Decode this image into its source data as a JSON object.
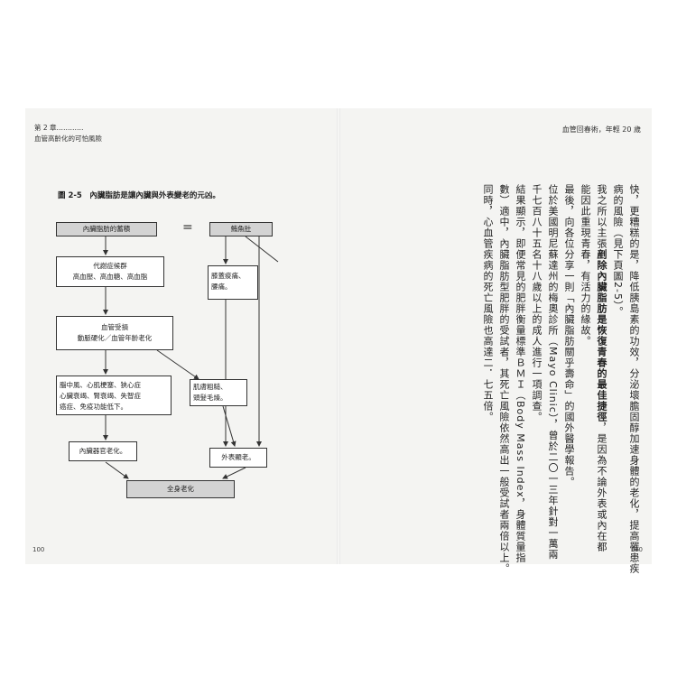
{
  "left_page": {
    "chapter_label": "第 2 章…………",
    "chapter_subtitle": "血管高齡化的可怕風險",
    "page_number": "100",
    "figure": {
      "caption": "圖 2-5　內臟脂肪是讓內臟與外表變老的元凶。",
      "eq_sign": "=",
      "box_visceral_fat": "內臟脂肪的蓄積",
      "box_potbelly": "鮪魚肚",
      "box_metabolic": [
        "代謝症候群",
        "高血壓、高血糖、高血脂"
      ],
      "box_joint": [
        "膝蓋痠痛、",
        "腰痛。"
      ],
      "box_vascular": [
        "血管受損",
        "動脈硬化／血管年齡老化"
      ],
      "box_diseases": [
        "腦中風、心肌梗塞、狹心症",
        "心臟衰竭、腎衰竭、失智症",
        "癌症、免疫功能低下。"
      ],
      "box_skin": [
        "肌膚粗糙、",
        "頭髮毛燥。"
      ],
      "box_organ_aging": "內臟器官老化。",
      "box_appearance_aging": "外表顯老。",
      "box_whole_body_aging": "全身老化"
    }
  },
  "right_page": {
    "running_head": "血管回春術，年輕 20 歲",
    "page_number": "100",
    "col1": "快，更糟糕的是，降低胰島素的功效，分泌壞膽固醇加速身體的老化，提高罹患疾",
    "col2": "病的風險（見下頁圖2-5）。",
    "col3a": "我之所以主張",
    "col3b": "剷除內臟脂肪是恢復青春的最佳捷徑",
    "col3c": "，是因為不論外表或內在都",
    "col4": "能因此重現青春，有活力的緣故。",
    "col5": "最後，向各位分享一則「內臟脂肪關乎壽命」的國外醫學報告。",
    "col6": "位於美國明尼蘇達州的梅奧診所（Mayo Clinic），曾於二〇一三年針對一萬兩",
    "col7": "千七百八十五名十八歲以上的成人進行一項調查。",
    "col8": "結果顯示，即便常見的肥胖衡量標準ＢＭＩ（Body Mass Index，身體質量指",
    "col9": "數）適中，內臟脂肪型肥胖的受試者，其死亡風險依然高出一般受試者兩倍以上。",
    "col10": "同時，心血管疾病的死亡風險也高達二．七五倍。"
  }
}
